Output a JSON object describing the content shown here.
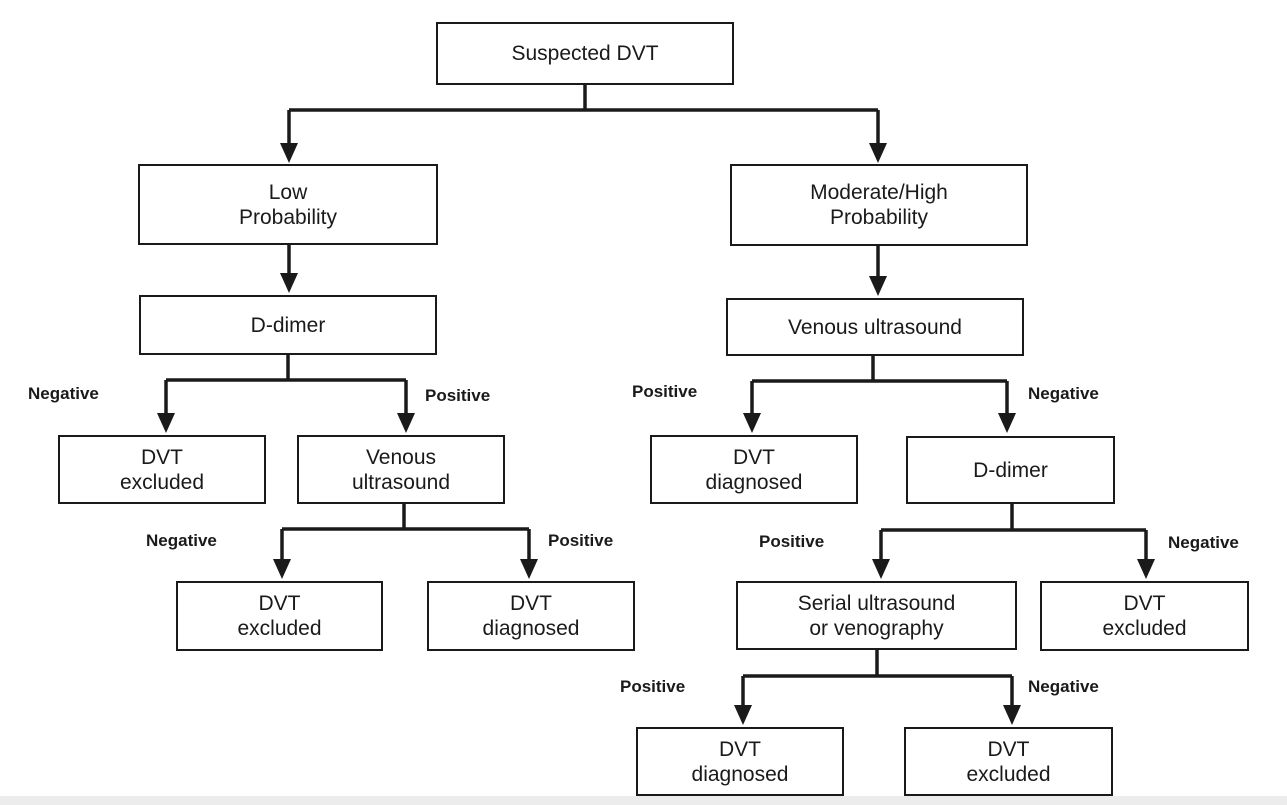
{
  "nodes": {
    "root": [
      "Suspected DVT"
    ],
    "low": [
      "Low",
      "Probability"
    ],
    "high": [
      "Moderate/High",
      "Probability"
    ],
    "ddimer_left": [
      "D-dimer"
    ],
    "venous_us_right": [
      "Venous ultrasound"
    ],
    "dvt_excluded_1": [
      "DVT",
      "excluded"
    ],
    "venous_us_left": [
      "Venous",
      "ultrasound"
    ],
    "dvt_diagnosed_1": [
      "DVT",
      "diagnosed"
    ],
    "ddimer_right": [
      "D-dimer"
    ],
    "dvt_excluded_2": [
      "DVT",
      "excluded"
    ],
    "dvt_diagnosed_2": [
      "DVT",
      "diagnosed"
    ],
    "serial_us": [
      "Serial ultrasound",
      "or venography"
    ],
    "dvt_excluded_3": [
      "DVT",
      "excluded"
    ],
    "dvt_diagnosed_3": [
      "DVT",
      "diagnosed"
    ],
    "dvt_excluded_4": [
      "DVT",
      "excluded"
    ]
  },
  "edge_labels": {
    "ddimer_left_neg": "Negative",
    "ddimer_left_pos": "Positive",
    "venous_right_pos": "Positive",
    "venous_right_neg": "Negative",
    "venous_left_neg": "Negative",
    "venous_left_pos": "Positive",
    "ddimer_right_pos": "Positive",
    "ddimer_right_neg": "Negative",
    "serial_pos": "Positive",
    "serial_neg": "Negative"
  }
}
